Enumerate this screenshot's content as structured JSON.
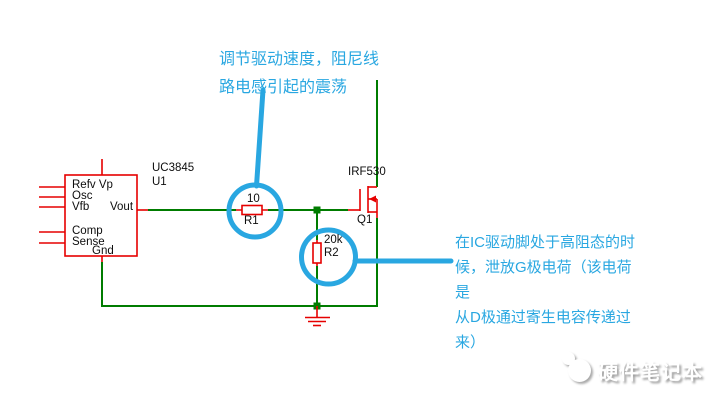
{
  "schematic": {
    "ic": {
      "part": "UC3845",
      "ref": "U1",
      "pins": {
        "refv_vp": "Refv Vp",
        "osc": "Osc",
        "vfb": "Vfb",
        "vout": "Vout",
        "comp": "Comp",
        "sense": "Sense",
        "gnd": "Gnd"
      }
    },
    "r1": {
      "value": "10",
      "ref": "R1"
    },
    "r2": {
      "value": "20k",
      "ref": "R2"
    },
    "q1": {
      "part": "IRF530",
      "ref": "Q1"
    }
  },
  "annotations": {
    "drive_speed_note": "调节驱动速度，阻尼线\n路电感引起的震荡",
    "discharge_note": "在IC驱动脚处于高阻态的时\n候，泄放G极电荷（该电荷是\n从D极通过寄生电容传递过\n来）"
  },
  "watermark": {
    "text": "硬件笔记本"
  },
  "colors": {
    "wire_green": "#007c00",
    "component_red": "#e60000",
    "annotation_cyan": "#29a7e1"
  }
}
